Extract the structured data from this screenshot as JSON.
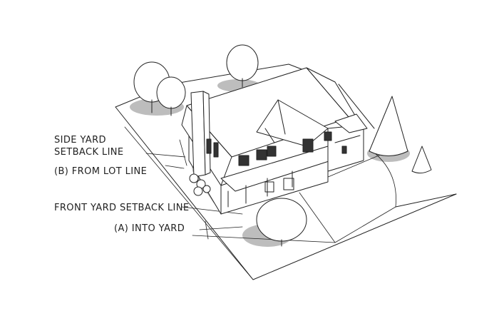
{
  "labels": {
    "side_yard_line1": "SIDE YARD",
    "side_yard_line2": "SETBACK LINE",
    "from_lot_line": "(B) FROM LOT LINE",
    "front_yard_setback": "FRONT YARD SETBACK LINE",
    "into_yard": "(A) INTO YARD"
  },
  "colors": {
    "ink": "#222222",
    "shadow": "#b8b8b8",
    "roof": "#ffffff",
    "background": "#ffffff"
  }
}
